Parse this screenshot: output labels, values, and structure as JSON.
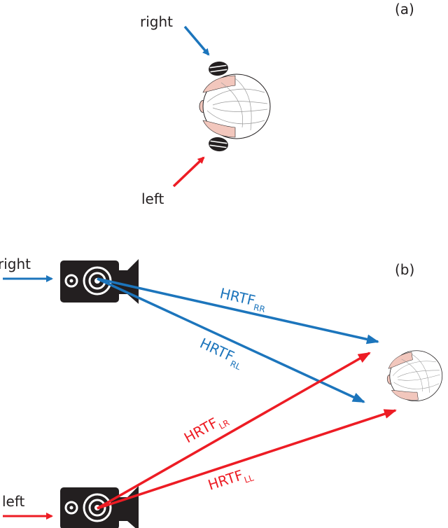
{
  "panel_a": {
    "label": "(a)",
    "right_label": "right",
    "left_label": "left"
  },
  "panel_b": {
    "label": "(b)",
    "right_label": "right",
    "left_label": "left",
    "paths": [
      {
        "main": "HRTF",
        "sub": "RR"
      },
      {
        "main": "HRTF",
        "sub": "RL"
      },
      {
        "main": "HRTF",
        "sub": "LR"
      },
      {
        "main": "HRTF",
        "sub": "LL"
      }
    ]
  },
  "colors": {
    "right": "#1c75bc",
    "left": "#ed1c24",
    "speaker": "#231f20",
    "face": "#f2c7bd",
    "head": "#ffffff",
    "outline": "#231f20"
  },
  "icons": [
    "head-icon",
    "headphone-icon",
    "speaker-icon",
    "arrow-icon"
  ]
}
